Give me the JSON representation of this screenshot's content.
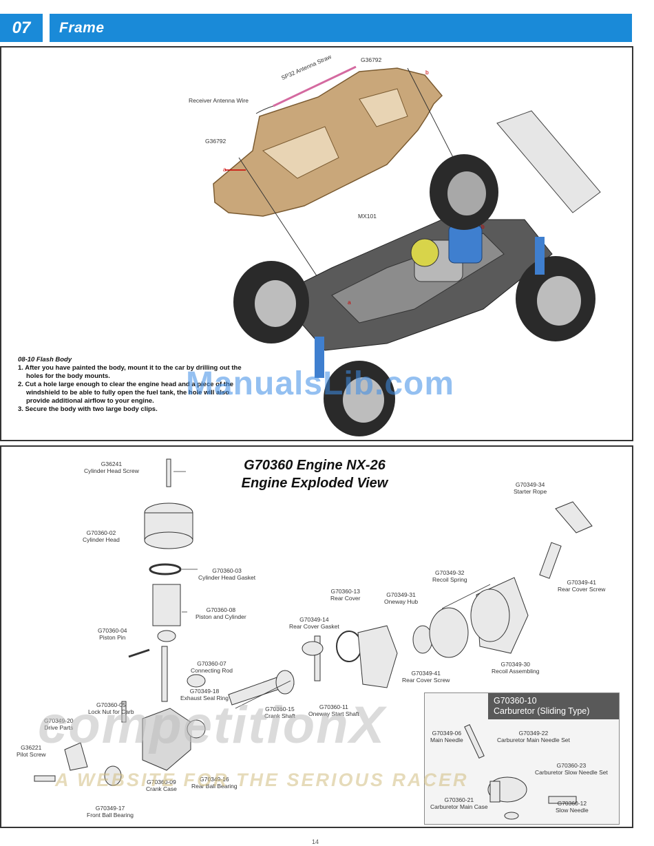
{
  "header": {
    "number": "07",
    "title": "Frame"
  },
  "frame_panel": {
    "callouts": {
      "receiver_antenna_wire": "Receiver Antenna Wire",
      "antenna_straw": "SP32 Antenna Straw",
      "g36792_top": "G36792",
      "g36792_left": "G36792",
      "point_a_top": "a",
      "point_b_top": "b",
      "point_a_car": "a",
      "point_b_car": "b",
      "body_label": "MX101"
    },
    "instructions": {
      "title": "08-10  Flash Body",
      "step1_a": "1. After you have painted the body, mount it to the car by drilling out the",
      "step1_b": "holes for the body mounts.",
      "step2_a": "2. Cut a hole large enough to clear the engine head and a piece of the",
      "step2_b": "windshield to be able to fully open the fuel tank, the hole will also",
      "step2_c": "provide additional airflow to your engine.",
      "step3": "3. Secure the body with two large body clips."
    }
  },
  "engine_panel": {
    "title_line1": "G70360 Engine NX-26",
    "title_line2": "Engine Exploded View",
    "parts": [
      {
        "code": "G36241",
        "name": "Cylinder Head Screw"
      },
      {
        "code": "G70360-02",
        "name": "Cylinder Head"
      },
      {
        "code": "G70360-03",
        "name": "Cylinder Head Gasket"
      },
      {
        "code": "G70360-08",
        "name": "Piston and Cylinder"
      },
      {
        "code": "G70360-04",
        "name": "Piston Pin"
      },
      {
        "code": "G70360-07",
        "name": "Connecting Rod"
      },
      {
        "code": "G70349-18",
        "name": "Exhaust Seal Ring"
      },
      {
        "code": "G70360-05",
        "name": "Lock Nut for Carb"
      },
      {
        "code": "G70349-20",
        "name": "Drive Parts"
      },
      {
        "code": "G36221",
        "name": "Pilot Screw"
      },
      {
        "code": "G70349-17",
        "name": "Front Ball Bearing"
      },
      {
        "code": "G70360-09",
        "name": "Crank Case"
      },
      {
        "code": "G70349-16",
        "name": "Rear Ball Bearing"
      },
      {
        "code": "G70360-15",
        "name": "Crank Shaft"
      },
      {
        "code": "G70360-11",
        "name": "Oneway Start Shaft"
      },
      {
        "code": "G70349-14",
        "name": "Rear Cover Gasket"
      },
      {
        "code": "G70360-13",
        "name": "Rear Cover"
      },
      {
        "code": "G70349-31",
        "name": "Oneway Hub"
      },
      {
        "code": "G70349-32",
        "name": "Recoil Spring"
      },
      {
        "code": "G70349-41",
        "name": "Rear Cover Screw"
      },
      {
        "code": "G70349-41",
        "name": "Rear Cover Screw"
      },
      {
        "code": "G70349-30",
        "name": "Recoil Assembling"
      },
      {
        "code": "G70349-34",
        "name": "Starter Rope"
      }
    ],
    "carb_inset": {
      "title_line1": "G70360-10",
      "title_line2": "Carburetor (Sliding Type)",
      "parts": [
        {
          "code": "G70349-06",
          "name": "Main Needle"
        },
        {
          "code": "G70349-22",
          "name": "Carburetor Main Needle Set"
        },
        {
          "code": "G70360-23",
          "name": "Carburetor Slow Needle Set"
        },
        {
          "code": "G70360-21",
          "name": "Carburetor Main Case"
        },
        {
          "code": "G70360-12",
          "name": "Slow Needle"
        }
      ]
    }
  },
  "watermarks": {
    "manualslib": "ManualsLib.com",
    "competitionx": "competitionX",
    "tagline": "A WEBSITE    FOR THE SERIOUS RACER"
  },
  "page_number": "14",
  "colors": {
    "accent": "#1a8ad8",
    "body_tan": "#c9a77a",
    "engine_blue": "#3f7fcf",
    "inset_header": "#595959"
  }
}
